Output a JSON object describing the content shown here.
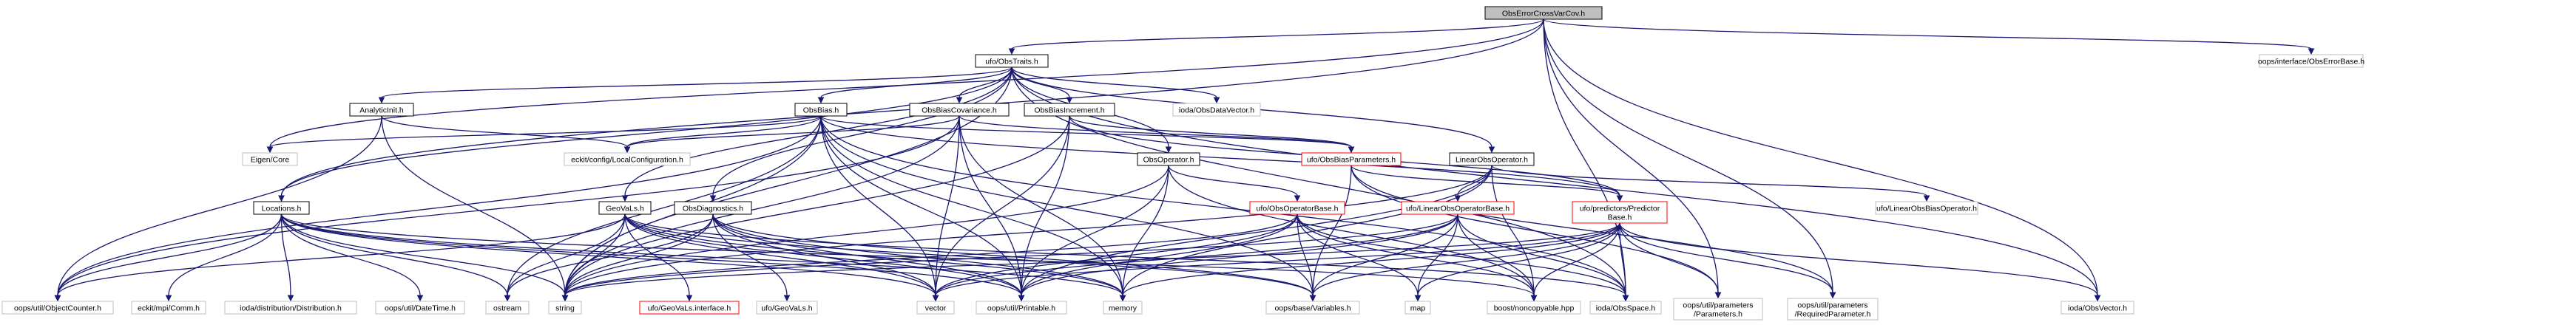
{
  "nodes": [
    {
      "id": "root",
      "lines": [
        "ObsErrorCrossVarCov.h"
      ],
      "style": "root"
    },
    {
      "id": "obstraits",
      "lines": [
        "ufo/ObsTraits.h"
      ],
      "style": "normal"
    },
    {
      "id": "obserrorbase",
      "lines": [
        "oops/interface/ObsErrorBase.h"
      ],
      "style": "ext"
    },
    {
      "id": "analyticinit",
      "lines": [
        "AnalyticInit.h"
      ],
      "style": "normal"
    },
    {
      "id": "obsbias",
      "lines": [
        "ObsBias.h"
      ],
      "style": "normal"
    },
    {
      "id": "obsbiascov",
      "lines": [
        "ObsBiasCovariance.h"
      ],
      "style": "normal"
    },
    {
      "id": "obsbiasinc",
      "lines": [
        "ObsBiasIncrement.h"
      ],
      "style": "normal"
    },
    {
      "id": "iodaobsdatavector",
      "lines": [
        "ioda/ObsDataVector.h"
      ],
      "style": "ext"
    },
    {
      "id": "eigencore",
      "lines": [
        "Eigen/Core"
      ],
      "style": "ext"
    },
    {
      "id": "localconfig",
      "lines": [
        "eckit/config/LocalConfiguration.h"
      ],
      "style": "ext"
    },
    {
      "id": "obsbiasparams",
      "lines": [
        "ufo/ObsBiasParameters.h"
      ],
      "style": "red"
    },
    {
      "id": "linearobsop",
      "lines": [
        "LinearObsOperator.h"
      ],
      "style": "normal"
    },
    {
      "id": "ufolinearobsbiasop",
      "lines": [
        "ufo/LinearObsBiasOperator.h"
      ],
      "style": "ext"
    },
    {
      "id": "obsoperator",
      "lines": [
        "ObsOperator.h"
      ],
      "style": "normal"
    },
    {
      "id": "locations",
      "lines": [
        "Locations.h"
      ],
      "style": "normal"
    },
    {
      "id": "geovals",
      "lines": [
        "GeoVaLs.h"
      ],
      "style": "normal"
    },
    {
      "id": "obsdiagnostics",
      "lines": [
        "ObsDiagnostics.h"
      ],
      "style": "normal"
    },
    {
      "id": "obsoperatorbase",
      "lines": [
        "ufo/ObsOperatorBase.h"
      ],
      "style": "red"
    },
    {
      "id": "linearobsopbase",
      "lines": [
        "ufo/LinearObsOperatorBase.h"
      ],
      "style": "red"
    },
    {
      "id": "predictorbase",
      "lines": [
        "ufo/predictors/Predictor",
        "Base.h"
      ],
      "style": "red"
    },
    {
      "id": "objectcounter",
      "lines": [
        "oops/util/ObjectCounter.h"
      ],
      "style": "ext"
    },
    {
      "id": "eckitcomm",
      "lines": [
        "eckit/mpi/Comm.h"
      ],
      "style": "ext"
    },
    {
      "id": "distribution",
      "lines": [
        "ioda/distribution/Distribution.h"
      ],
      "style": "ext"
    },
    {
      "id": "datetime",
      "lines": [
        "oops/util/DateTime.h"
      ],
      "style": "ext"
    },
    {
      "id": "ostream",
      "lines": [
        "ostream"
      ],
      "style": "ext"
    },
    {
      "id": "string",
      "lines": [
        "string"
      ],
      "style": "ext"
    },
    {
      "id": "geovalsinterface",
      "lines": [
        "ufo/GeoVaLs.interface.h"
      ],
      "style": "red"
    },
    {
      "id": "ufogeovals",
      "lines": [
        "ufo/GeoVaLs.h"
      ],
      "style": "ext"
    },
    {
      "id": "vector",
      "lines": [
        "vector"
      ],
      "style": "ext"
    },
    {
      "id": "printable",
      "lines": [
        "oops/util/Printable.h"
      ],
      "style": "ext"
    },
    {
      "id": "memory",
      "lines": [
        "memory"
      ],
      "style": "ext"
    },
    {
      "id": "variables",
      "lines": [
        "oops/base/Variables.h"
      ],
      "style": "ext"
    },
    {
      "id": "map",
      "lines": [
        "map"
      ],
      "style": "ext"
    },
    {
      "id": "noncopyable",
      "lines": [
        "boost/noncopyable.hpp"
      ],
      "style": "ext"
    },
    {
      "id": "iodaobsspace",
      "lines": [
        "ioda/ObsSpace.h"
      ],
      "style": "ext"
    },
    {
      "id": "parameters",
      "lines": [
        "oops/util/parameters",
        "/Parameters.h"
      ],
      "style": "ext"
    },
    {
      "id": "requiredparameter",
      "lines": [
        "oops/util/parameters",
        "/RequiredParameter.h"
      ],
      "style": "ext"
    },
    {
      "id": "iodaobsvector",
      "lines": [
        "ioda/ObsVector.h"
      ],
      "style": "ext"
    }
  ],
  "edges": [
    [
      "root",
      "obstraits"
    ],
    [
      "root",
      "obserrorbase"
    ],
    [
      "root",
      "eigencore"
    ],
    [
      "root",
      "locations"
    ],
    [
      "root",
      "iodaobsvector"
    ],
    [
      "root",
      "iodaobsspace"
    ],
    [
      "root",
      "requiredparameter"
    ],
    [
      "root",
      "parameters"
    ],
    [
      "obstraits",
      "analyticinit"
    ],
    [
      "obstraits",
      "obsbias"
    ],
    [
      "obstraits",
      "obsbiascov"
    ],
    [
      "obstraits",
      "obsbiasinc"
    ],
    [
      "obstraits",
      "iodaobsdatavector"
    ],
    [
      "obstraits",
      "linearobsop"
    ],
    [
      "obstraits",
      "obsoperator"
    ],
    [
      "obstraits",
      "locations"
    ],
    [
      "obstraits",
      "geovals"
    ],
    [
      "obstraits",
      "obsdiagnostics"
    ],
    [
      "obstraits",
      "iodaobsspace"
    ],
    [
      "obstraits",
      "iodaobsvector"
    ],
    [
      "obstraits",
      "string"
    ],
    [
      "analyticinit",
      "localconfig"
    ],
    [
      "analyticinit",
      "string"
    ],
    [
      "analyticinit",
      "objectcounter"
    ],
    [
      "obsbias",
      "eigencore"
    ],
    [
      "obsbias",
      "localconfig"
    ],
    [
      "obsbias",
      "obsbiasparams"
    ],
    [
      "obsbias",
      "predictorbase"
    ],
    [
      "obsbias",
      "ostream"
    ],
    [
      "obsbias",
      "string"
    ],
    [
      "obsbias",
      "vector"
    ],
    [
      "obsbias",
      "memory"
    ],
    [
      "obsbias",
      "printable"
    ],
    [
      "obsbias",
      "objectcounter"
    ],
    [
      "obsbias",
      "variables"
    ],
    [
      "obsbias",
      "iodaobsspace"
    ],
    [
      "obsbiascov",
      "localconfig"
    ],
    [
      "obsbiascov",
      "obsbiasparams"
    ],
    [
      "obsbiascov",
      "vector"
    ],
    [
      "obsbiascov",
      "printable"
    ],
    [
      "obsbiascov",
      "memory"
    ],
    [
      "obsbiascov",
      "string"
    ],
    [
      "obsbiascov",
      "objectcounter"
    ],
    [
      "obsbiasinc",
      "obsbiasparams"
    ],
    [
      "obsbiasinc",
      "vector"
    ],
    [
      "obsbiasinc",
      "printable"
    ],
    [
      "obsbiasinc",
      "string"
    ],
    [
      "obsbiasinc",
      "predictorbase"
    ],
    [
      "obsbiasparams",
      "predictorbase"
    ],
    [
      "obsbiasparams",
      "parameters"
    ],
    [
      "obsbiasparams",
      "requiredparameter"
    ],
    [
      "obsbiasparams",
      "variables"
    ],
    [
      "linearobsop",
      "ufolinearobsbiasop"
    ],
    [
      "linearobsop",
      "linearobsopbase"
    ],
    [
      "linearobsop",
      "memory"
    ],
    [
      "linearobsop",
      "printable"
    ],
    [
      "linearobsop",
      "string"
    ],
    [
      "linearobsop",
      "noncopyable"
    ],
    [
      "obsoperator",
      "obsoperatorbase"
    ],
    [
      "obsoperator",
      "memory"
    ],
    [
      "obsoperator",
      "printable"
    ],
    [
      "obsoperator",
      "string"
    ],
    [
      "obsoperator",
      "noncopyable"
    ],
    [
      "locations",
      "objectcounter"
    ],
    [
      "locations",
      "eckitcomm"
    ],
    [
      "locations",
      "distribution"
    ],
    [
      "locations",
      "datetime"
    ],
    [
      "locations",
      "ostream"
    ],
    [
      "locations",
      "string"
    ],
    [
      "locations",
      "vector"
    ],
    [
      "locations",
      "printable"
    ],
    [
      "locations",
      "memory"
    ],
    [
      "locations",
      "noncopyable"
    ],
    [
      "geovals",
      "objectcounter"
    ],
    [
      "geovals",
      "ostream"
    ],
    [
      "geovals",
      "string"
    ],
    [
      "geovals",
      "geovalsinterface"
    ],
    [
      "geovals",
      "vector"
    ],
    [
      "geovals",
      "printable"
    ],
    [
      "geovals",
      "variables"
    ],
    [
      "geovals",
      "iodaobsspace"
    ],
    [
      "geovals",
      "memory"
    ],
    [
      "obsdiagnostics",
      "ufogeovals"
    ],
    [
      "obsdiagnostics",
      "ostream"
    ],
    [
      "obsdiagnostics",
      "string"
    ],
    [
      "obsdiagnostics",
      "vector"
    ],
    [
      "obsdiagnostics",
      "printable"
    ],
    [
      "obsdiagnostics",
      "memory"
    ],
    [
      "obsdiagnostics",
      "variables"
    ],
    [
      "obsoperatorbase",
      "map"
    ],
    [
      "obsoperatorbase",
      "vector"
    ],
    [
      "obsoperatorbase",
      "string"
    ],
    [
      "obsoperatorbase",
      "noncopyable"
    ],
    [
      "obsoperatorbase",
      "variables"
    ],
    [
      "obsoperatorbase",
      "printable"
    ],
    [
      "obsoperatorbase",
      "iodaobsspace"
    ],
    [
      "linearobsopbase",
      "map"
    ],
    [
      "linearobsopbase",
      "vector"
    ],
    [
      "linearobsopbase",
      "string"
    ],
    [
      "linearobsopbase",
      "noncopyable"
    ],
    [
      "linearobsopbase",
      "variables"
    ],
    [
      "linearobsopbase",
      "printable"
    ],
    [
      "linearobsopbase",
      "iodaobsspace"
    ],
    [
      "predictorbase",
      "iodaobsvector"
    ],
    [
      "predictorbase",
      "iodaobsspace"
    ],
    [
      "predictorbase",
      "map"
    ],
    [
      "predictorbase",
      "noncopyable"
    ],
    [
      "predictorbase",
      "variables"
    ],
    [
      "predictorbase",
      "parameters"
    ],
    [
      "predictorbase",
      "requiredparameter"
    ],
    [
      "predictorbase",
      "vector"
    ],
    [
      "predictorbase",
      "string"
    ],
    [
      "predictorbase",
      "memory"
    ]
  ]
}
